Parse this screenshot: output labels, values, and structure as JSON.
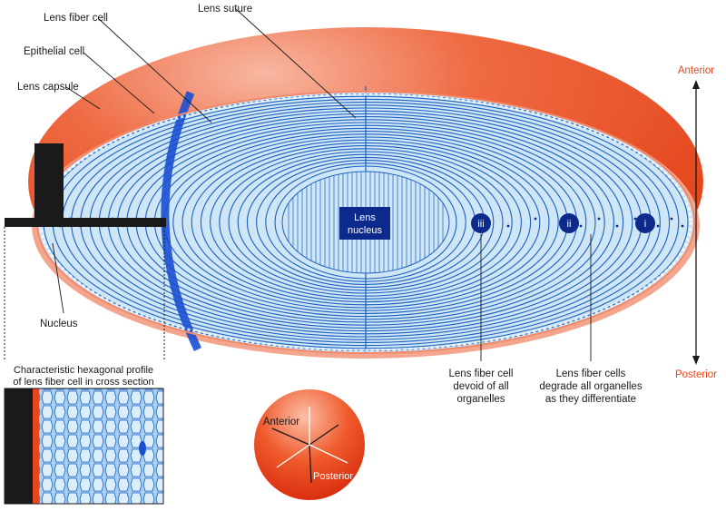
{
  "labels": {
    "lens_fiber_cell": "Lens fiber cell",
    "lens_suture": "Lens suture",
    "epithelial_cell": "Epithelial cell",
    "lens_capsule": "Lens capsule",
    "nucleus": "Nucleus",
    "lens_nucleus_line1": "Lens",
    "lens_nucleus_line2": "nucleus",
    "anterior": "Anterior",
    "posterior": "Posterior",
    "stage_i": "i",
    "stage_ii": "ii",
    "stage_iii": "iii",
    "devoid_line1": "Lens fiber cell",
    "devoid_line2": "devoid of all",
    "devoid_line3": "organelles",
    "degrade_line1": "Lens fiber cells",
    "degrade_line2": "degrade all organelles",
    "degrade_line3": "as they differentiate",
    "inset_caption_line1": "Characteristic hexagonal profile",
    "inset_caption_line2": "of lens fiber cell in cross section",
    "small_anterior": "Anterior",
    "small_posterior": "Posterior"
  },
  "colors": {
    "capsule": "#e8461c",
    "fiber_light": "#cfe6f7",
    "fiber_line": "#1b5fbf",
    "nucleus_fill": "#0b2a8c",
    "accent_red": "#e8461c"
  }
}
